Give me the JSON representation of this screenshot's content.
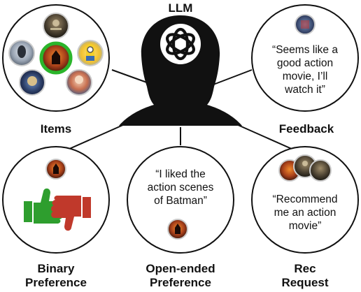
{
  "center": {
    "title": "LLM",
    "logo_icon": "openai-logo-icon"
  },
  "items": {
    "label": "Items"
  },
  "feedback": {
    "label": "Feedback",
    "quote_lines": [
      "“Seems like a",
      "good action",
      "movie, I’ll",
      "watch it”"
    ]
  },
  "binary_preference": {
    "label_lines": [
      "Binary",
      "Preference"
    ],
    "thumbs_up_color": "#2e9e2e",
    "thumbs_down_color": "#c0392b"
  },
  "open_ended_preference": {
    "label_lines": [
      "Open-ended",
      "Preference"
    ],
    "quote_lines": [
      "“I liked the",
      "action scenes",
      "of Batman”"
    ]
  },
  "rec_request": {
    "label_lines": [
      "Rec",
      "Request"
    ],
    "quote_lines": [
      "“Recommend",
      "me an action",
      "movie”"
    ]
  },
  "colors": {
    "silhouette": "#111111",
    "highlight_ring": "#2bb52b",
    "circle_stroke": "#111111"
  }
}
